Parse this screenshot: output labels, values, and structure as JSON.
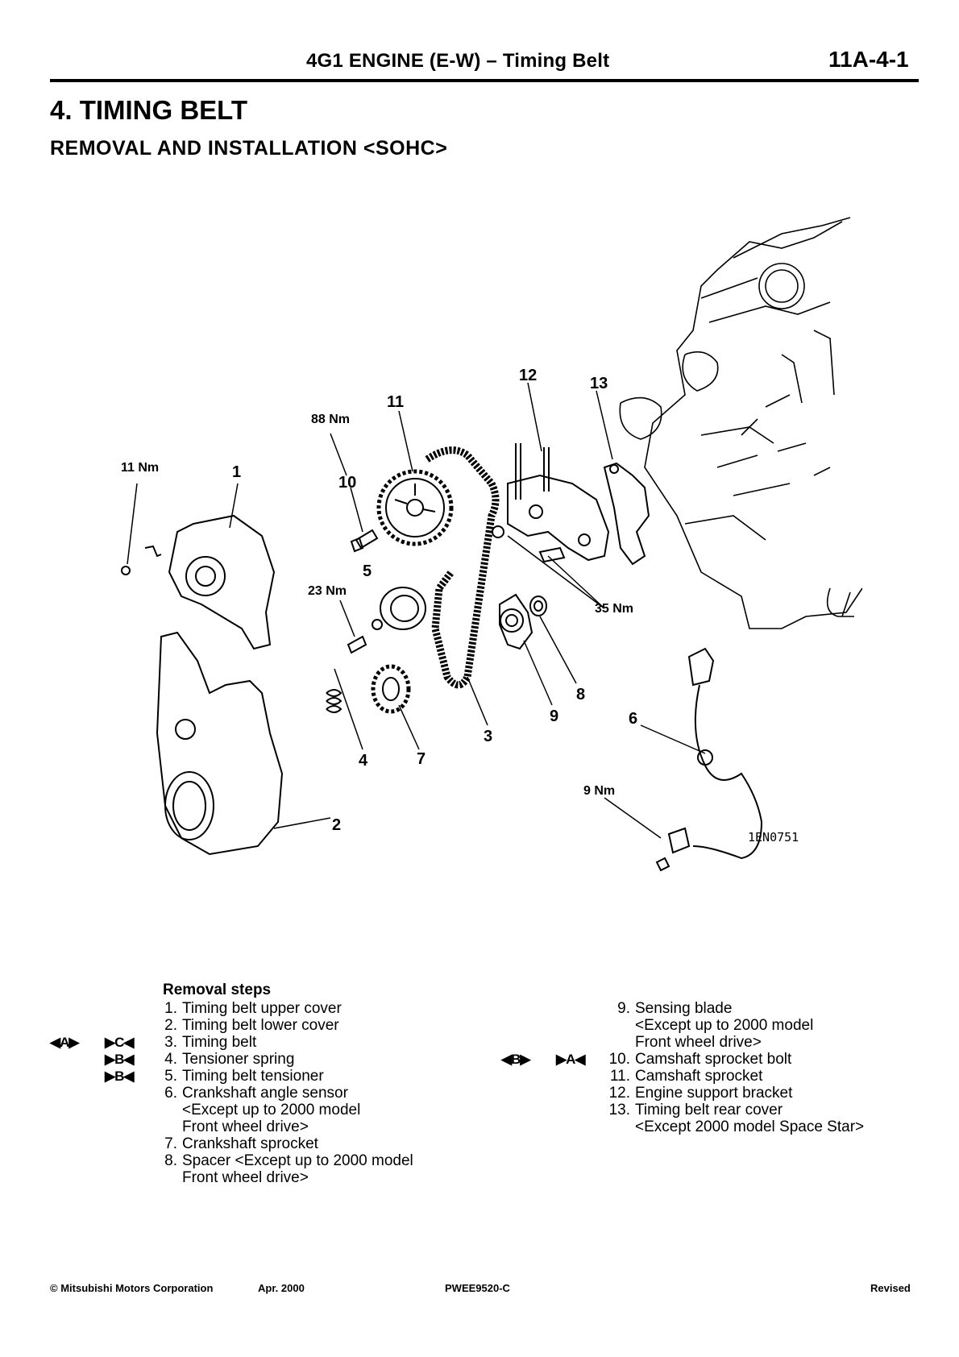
{
  "header": {
    "title": "4G1 ENGINE (E-W) – Timing Belt",
    "page": "11A-4-1"
  },
  "section": {
    "title": "4. TIMING BELT",
    "subtitle": "REMOVAL AND INSTALLATION <SOHC>"
  },
  "diagram": {
    "figure_id": "1EN0751",
    "torques": {
      "t11": "11 Nm",
      "t88": "88 Nm",
      "t23": "23 Nm",
      "t35": "35 Nm",
      "t9": "9 Nm"
    },
    "callouts": [
      "1",
      "2",
      "3",
      "4",
      "5",
      "6",
      "7",
      "8",
      "9",
      "10",
      "11",
      "12",
      "13"
    ]
  },
  "removal_steps": {
    "heading": "Removal steps",
    "left": [
      {
        "n": "1.",
        "text": "Timing belt upper cover"
      },
      {
        "n": "2.",
        "text": "Timing belt lower cover"
      },
      {
        "n": "3.",
        "text": "Timing belt"
      },
      {
        "n": "4.",
        "text": "Tensioner spring"
      },
      {
        "n": "5.",
        "text": "Timing belt tensioner"
      },
      {
        "n": "6.",
        "text": "Crankshaft angle sensor"
      },
      {
        "n": "",
        "text": "<Except up to 2000 model"
      },
      {
        "n": "",
        "text": "Front wheel drive>"
      },
      {
        "n": "7.",
        "text": "Crankshaft sprocket"
      },
      {
        "n": "8.",
        "text": "Spacer <Except up to 2000 model"
      },
      {
        "n": "",
        "text": "Front wheel drive>"
      }
    ],
    "right": [
      {
        "n": "9.",
        "text": "Sensing blade"
      },
      {
        "n": "",
        "text": "<Except up to 2000 model"
      },
      {
        "n": "",
        "text": "Front wheel drive>"
      },
      {
        "n": "10.",
        "text": "Camshaft sprocket bolt"
      },
      {
        "n": "11.",
        "text": "Camshaft sprocket"
      },
      {
        "n": "12.",
        "text": "Engine support bracket"
      },
      {
        "n": "13.",
        "text": "Timing belt rear cover"
      },
      {
        "n": "",
        "text": "<Except 2000 model Space Star>"
      }
    ],
    "marks": {
      "step3_removal": "◀A▶",
      "step3_install": "▶C◀",
      "step4_install": "▶B◀",
      "step5_install": "▶B◀",
      "step10_removal": "◀B▶",
      "step10_install": "▶A◀"
    }
  },
  "footer": {
    "copyright": "© Mitsubishi Motors Corporation",
    "date": "Apr. 2000",
    "code": "PWEE9520-C",
    "status": "Revised"
  }
}
